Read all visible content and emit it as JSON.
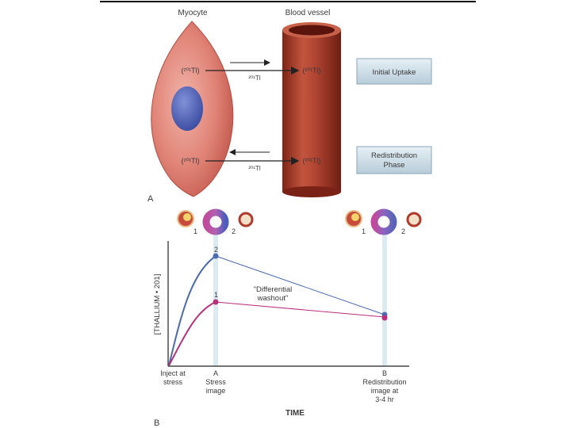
{
  "panelA": {
    "label": "A",
    "myocyte_title": "Myocyte",
    "vessel_title": "Blood vessel",
    "tl_cell_upper": "(²⁰¹Tl)",
    "tl_vessel_upper": "(²⁰¹Tl)",
    "tl_arrow_upper": "²⁰¹Tl",
    "tl_cell_lower": "(²⁰¹Tl)",
    "tl_vessel_lower": "(²⁰¹Tl)",
    "tl_arrow_lower": "²⁰¹Tl",
    "box_initial": "Initial Uptake",
    "box_redistribution_line1": "Redistribution",
    "box_redistribution_line2": "Phase"
  },
  "panelB": {
    "label": "B",
    "ylabel": "[THALLIUM • 201]",
    "xlabel": "TIME",
    "annotation_line1": "\"Differential",
    "annotation_line2": "washout\"",
    "x_labels": {
      "inject_line1": "Inject at",
      "inject_line2": "stress",
      "a_letter": "A",
      "a_line1": "Stress",
      "a_line2": "image",
      "b_letter": "B",
      "b_line1": "Redistribution",
      "b_line2": "image at",
      "b_line3": "3-4 hr"
    },
    "ring_labels": {
      "left_1": "1",
      "left_2": "2",
      "right_1": "1",
      "right_2": "2"
    },
    "curve_labels": {
      "curve2": "2",
      "curve1": "1"
    }
  },
  "colors": {
    "myocyte": "#d9726a",
    "nucleus": "#5466b8",
    "vessel": "#a83a2c",
    "curve_2": "#4e6ab0",
    "curve_1": "#b8307a",
    "ring_blue": "#5a64b8",
    "ring_pink": "#c24a9c"
  }
}
